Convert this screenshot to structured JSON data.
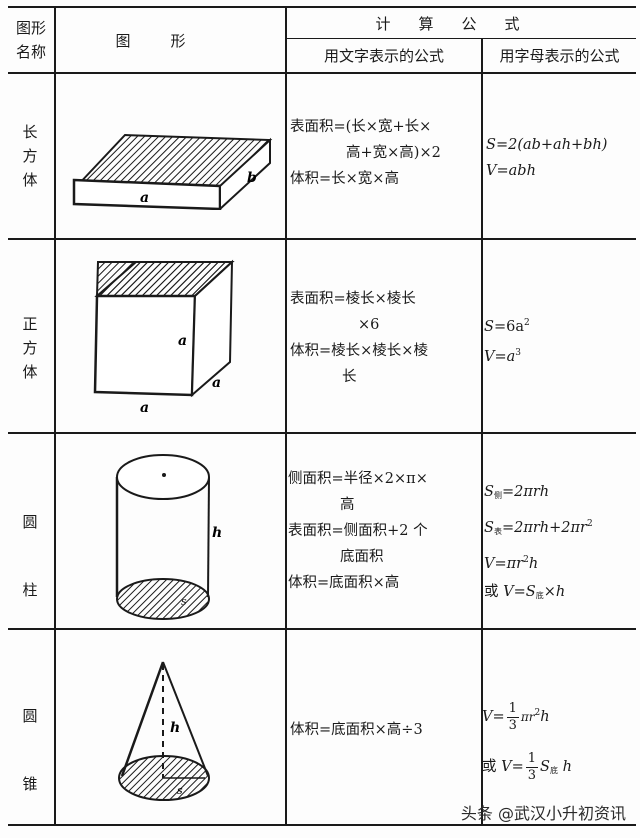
{
  "table": {
    "headers": {
      "shape_name": [
        "图形",
        "名称"
      ],
      "figure": "图形",
      "formula_group": "计算公式",
      "text_formula": "用文字表示的公式",
      "letter_formula": "用字母表示的公式"
    },
    "rows": [
      {
        "name": [
          "长",
          "方",
          "体"
        ],
        "figure_labels": {
          "length": "a",
          "width": "b"
        },
        "text_formula_lines": [
          "表面积=(长×宽+长×",
          "高+宽×高)×2",
          "体积=长×宽×高"
        ],
        "letter_formula_lines": [
          "S=2(ab+ah+bh)",
          "V=abh"
        ]
      },
      {
        "name": [
          "正",
          "方",
          "体"
        ],
        "figure_labels": {
          "edge_right": "a",
          "edge_depth": "a",
          "edge_bottom": "a"
        },
        "text_formula_lines": [
          "表面积=棱长×棱长",
          "×6",
          "体积=棱长×棱长×棱",
          "长"
        ],
        "letter_formula_lines": [
          "S=6a²",
          "V=a³"
        ]
      },
      {
        "name": [
          "圆",
          "柱"
        ],
        "figure_labels": {
          "height": "h",
          "base": "s"
        },
        "text_formula_lines": [
          "侧面积=半径×2×π×",
          "高",
          "表面积=侧面积+2 个",
          "底面积",
          "体积=底面积×高"
        ],
        "letter_formula_lines": [
          "S侧=2πrh",
          "S表=2πrh+2πr²",
          "V=πr²h",
          "或 V=S底×h"
        ]
      },
      {
        "name": [
          "圆",
          "锥"
        ],
        "figure_labels": {
          "height": "h",
          "base": "s"
        },
        "text_formula_lines": [
          "体积=底面积×高÷3"
        ],
        "letter_formula_lines": [
          "V=1/3πr²h",
          "或 V=1/3S底 h"
        ]
      }
    ]
  },
  "symbols": {
    "S": "S",
    "V": "V",
    "eq": "=",
    "or": "或",
    "side": "侧",
    "surface": "表",
    "base": "底",
    "frac_num": "1",
    "frac_den": "3",
    "cuboid_S_rest": "2(ab+ah+bh)",
    "cuboid_V_rest": "abh",
    "cube_S_rest": "6a",
    "cube_V_rest": "a",
    "sq": "2",
    "cube": "3",
    "cyl_side_rest": "2πrh",
    "cyl_surf_rest_a": "2πrh+2πr",
    "cyl_V_a": "πr",
    "cyl_V_b": "h",
    "cyl_or_rest": "×h",
    "cone_pir": "πr",
    "cone_h": "h",
    "cone_or_h": " h"
  },
  "watermark": "头条 @武汉小升初资讯"
}
